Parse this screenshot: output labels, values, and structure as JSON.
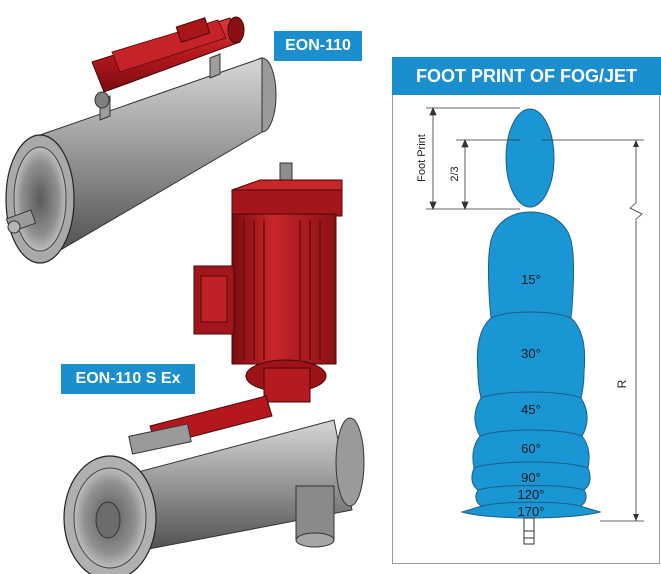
{
  "labels": {
    "top_unit": "EON-110",
    "bottom_unit": "EON-110 S Ex"
  },
  "footprint": {
    "title": "FOOT PRINT OF FOG/JET",
    "footprint_label": "Foot Print",
    "two_thirds_label": "2/3",
    "range_label": "R",
    "angles": [
      "15°",
      "30°",
      "45°",
      "60°",
      "90°",
      "120°",
      "170°"
    ]
  },
  "colors": {
    "accent": "#1b8fce",
    "spray": "#1a96d4",
    "motor": "#b4181c",
    "body": "#8e8e8e"
  }
}
